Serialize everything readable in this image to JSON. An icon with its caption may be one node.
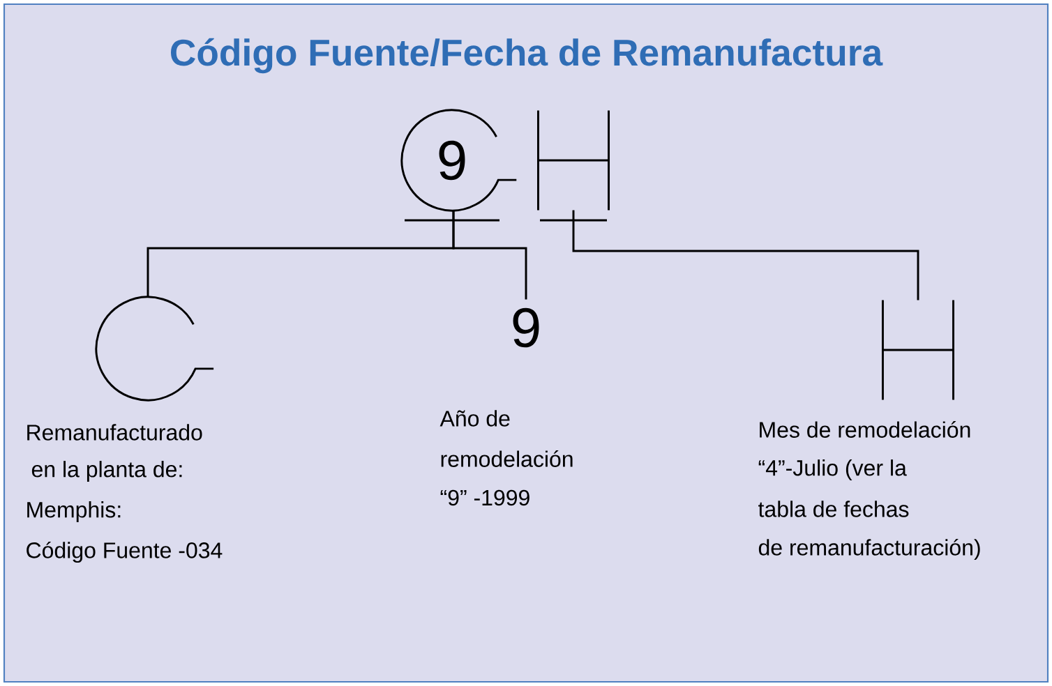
{
  "diagram": {
    "title": "Código Fuente/Fecha de Remanufactura",
    "nodes": [
      {
        "text": [
          "9"
        ]
      },
      {
        "text": [],
        "shape": "symbol"
      },
      {
        "text": [],
        "shape": "arc"
      },
      {
        "text": [
          "9"
        ]
      },
      {
        "text": [],
        "shape": "symbol"
      }
    ],
    "edges": [
      {
        "from": 0,
        "to": 2,
        "arrow": "none"
      },
      {
        "from": 0,
        "to": 3,
        "arrow": "none"
      },
      {
        "from": 1,
        "to": 4,
        "arrow": "none"
      }
    ],
    "labels": [
      "Remanufacturado",
      "en la planta de:",
      "Memphis:",
      "Código Fuente -034",
      "Año de",
      "remodelación",
      "“9” -1999",
      "Mes de remodelación",
      "“4”-Julio (ver la",
      "tabla de fechas",
      "de remanufacturación)"
    ]
  }
}
